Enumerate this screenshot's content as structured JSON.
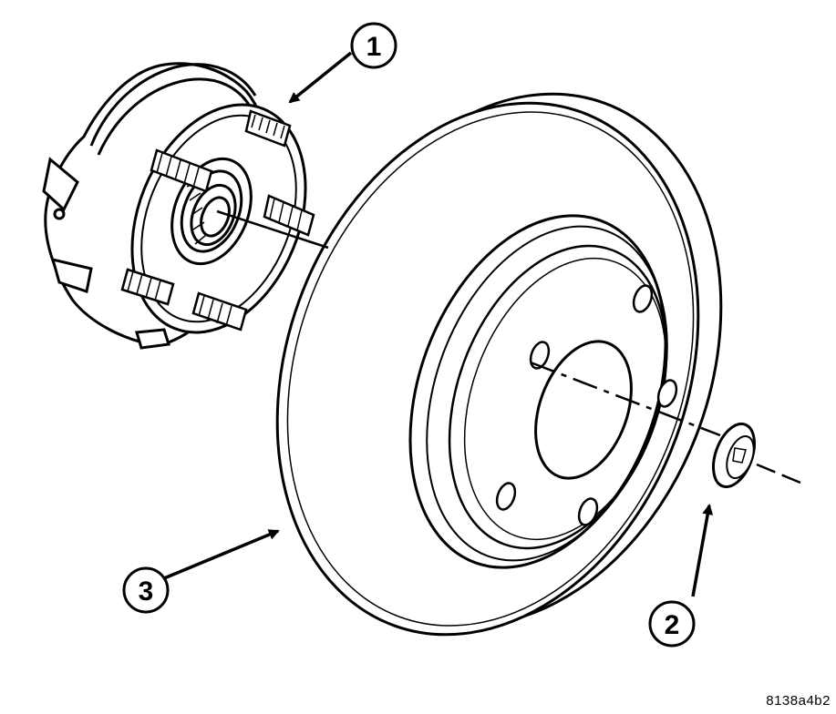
{
  "callouts": {
    "hub": "1",
    "retainer": "2",
    "rotor": "3"
  },
  "figure_code": "8138a4b2"
}
